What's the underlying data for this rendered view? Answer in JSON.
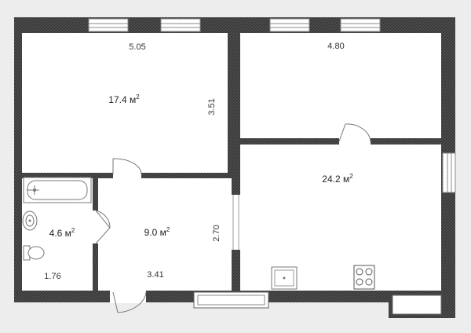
{
  "colors": {
    "background": "#ededed",
    "wall": "#4a4a4a",
    "wall_fill": "#2e2e2e",
    "floor": "#ffffff",
    "line": "#777777"
  },
  "rooms": {
    "room_top_left": {
      "area": "17.4 м",
      "width": "5.05",
      "height": "3.51"
    },
    "room_top_right": {
      "width": "4.80"
    },
    "room_right": {
      "area": "24.2 м"
    },
    "bathroom": {
      "area": "4.6 м",
      "width": "1.76"
    },
    "hall": {
      "area": "9.0 м",
      "width": "3.41",
      "height": "2.70"
    }
  },
  "area_unit_sup": "2",
  "icons": [
    "bathtub-icon",
    "sink-icon",
    "toilet-icon",
    "kitchen-sink-icon",
    "stove-icon"
  ]
}
